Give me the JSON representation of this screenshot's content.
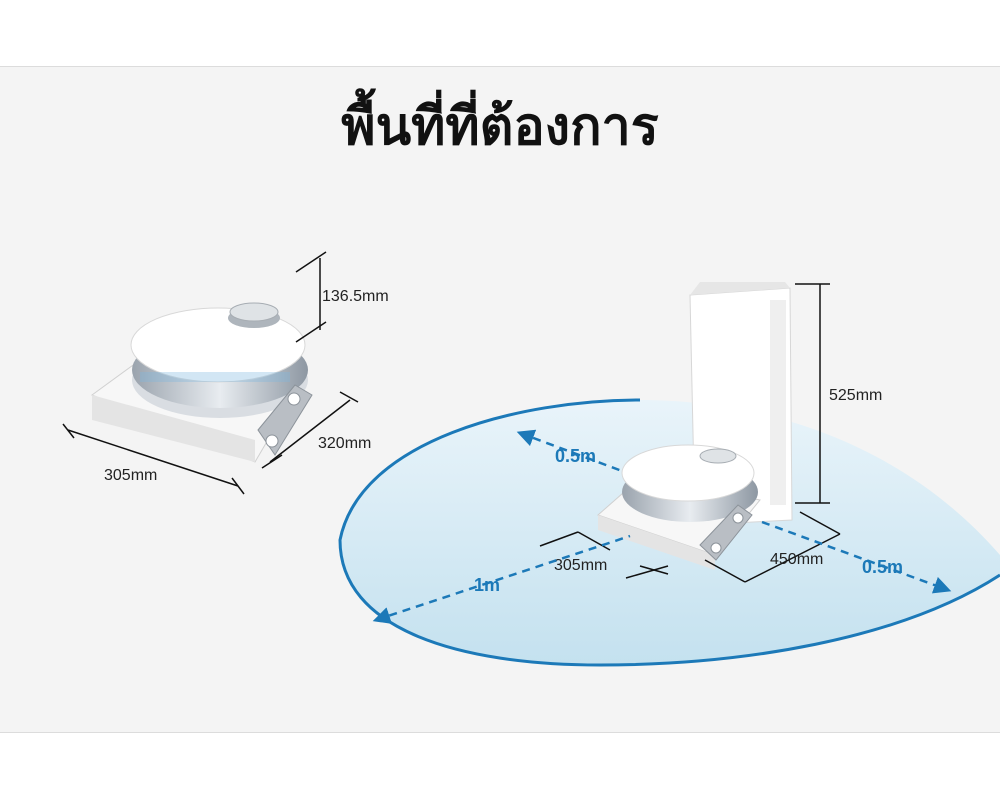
{
  "title": "พื้นที่ที่ต้องการ",
  "colors": {
    "background": "#f4f4f4",
    "clearance_fill": "#cde6f2",
    "clearance_edge": "#1c79b8",
    "dimension_line": "#111111",
    "text": "#222222"
  },
  "robot": {
    "height_label": "136.5mm",
    "depth_label": "320mm",
    "width_label": "305mm"
  },
  "station": {
    "height_label": "525mm",
    "robot_width_label": "305mm",
    "depth_label": "450mm",
    "clearance_side_label": "0.5m",
    "clearance_front_label": "1m",
    "clearance_right_label": "0.5m"
  }
}
